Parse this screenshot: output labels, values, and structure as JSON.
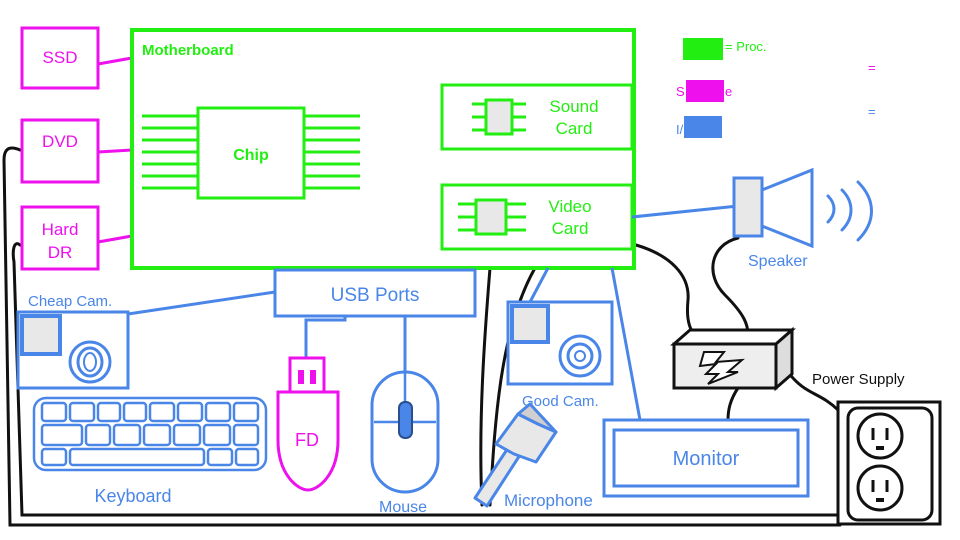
{
  "colors": {
    "processing": "#22ee11",
    "storage": "#ee11ee",
    "io": "#4a86e8",
    "outline": "#111111",
    "device_fill": "#e8e8e8"
  },
  "legend": {
    "proc_label": "= Proc.",
    "storage_label_visible": "S",
    "storage_label_tail": "e",
    "io_label_visible": "I/",
    "equals_storage": "=",
    "equals_io": "="
  },
  "storage": {
    "ssd": "SSD",
    "dvd": "DVD",
    "hard_dr_line1": "Hard",
    "hard_dr_line2": "DR",
    "fd": "FD"
  },
  "board": {
    "title": "Motherboard",
    "chip": "Chip",
    "sound_line1": "Sound",
    "sound_line2": "Card",
    "video_line1": "Video",
    "video_line2": "Card"
  },
  "io_devices": {
    "usb_ports": "USB Ports",
    "cheap_cam": "Cheap Cam.",
    "good_cam": "Good Cam.",
    "keyboard": "Keyboard",
    "mouse": "Mouse",
    "microphone": "Microphone",
    "monitor": "Monitor",
    "speaker": "Speaker"
  },
  "power": {
    "label": "Power Supply"
  }
}
